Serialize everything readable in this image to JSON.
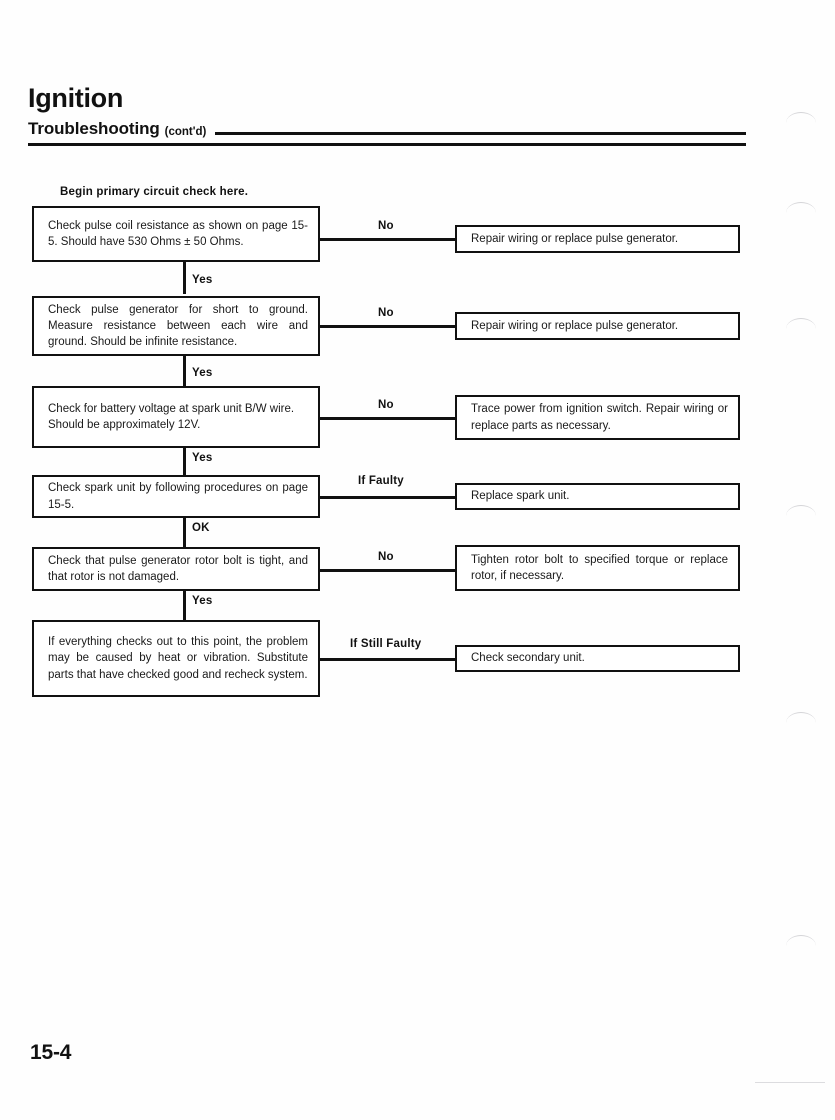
{
  "document": {
    "title": "Ignition",
    "section": "Troubleshooting",
    "continued": "(cont'd)",
    "page_number": "15-4",
    "intro_note": "Begin primary circuit check here."
  },
  "flowchart": {
    "steps": [
      {
        "id": "step-1",
        "text": "Check pulse coil resistance as shown on page 15-5. Should have 530 Ohms ± 50 Ohms.",
        "branch_out_label": "No",
        "branch_down_label": "Yes",
        "result": "Repair wiring or replace pulse generator."
      },
      {
        "id": "step-2",
        "text": "Check pulse generator for short to ground. Measure resistance between each wire and ground. Should be infinite resistance.",
        "branch_out_label": "No",
        "branch_down_label": "Yes",
        "result": "Repair wiring or replace pulse generator."
      },
      {
        "id": "step-3",
        "text": "Check for battery voltage at spark unit B/W wire. Should be approximately 12V.",
        "branch_out_label": "No",
        "branch_down_label": "Yes",
        "result": "Trace power from ignition switch. Repair wiring or replace parts as necessary."
      },
      {
        "id": "step-4",
        "text": "Check spark unit by following procedures on page 15-5.",
        "branch_out_label": "If Faulty",
        "branch_down_label": "OK",
        "result": "Replace spark unit."
      },
      {
        "id": "step-5",
        "text": "Check that pulse generator rotor bolt is tight, and that rotor is not damaged.",
        "branch_out_label": "No",
        "branch_down_label": "Yes",
        "result": "Tighten rotor bolt to specified torque or replace rotor, if necessary."
      },
      {
        "id": "step-6",
        "text": "If everything checks out to this point, the problem may be caused by heat or vibration. Substitute parts that have checked good and recheck system.",
        "branch_out_label": "If Still Faulty",
        "branch_down_label": "",
        "result": "Check secondary unit."
      }
    ]
  },
  "colors": {
    "ink": "#111111",
    "paper": "#fefefe"
  }
}
